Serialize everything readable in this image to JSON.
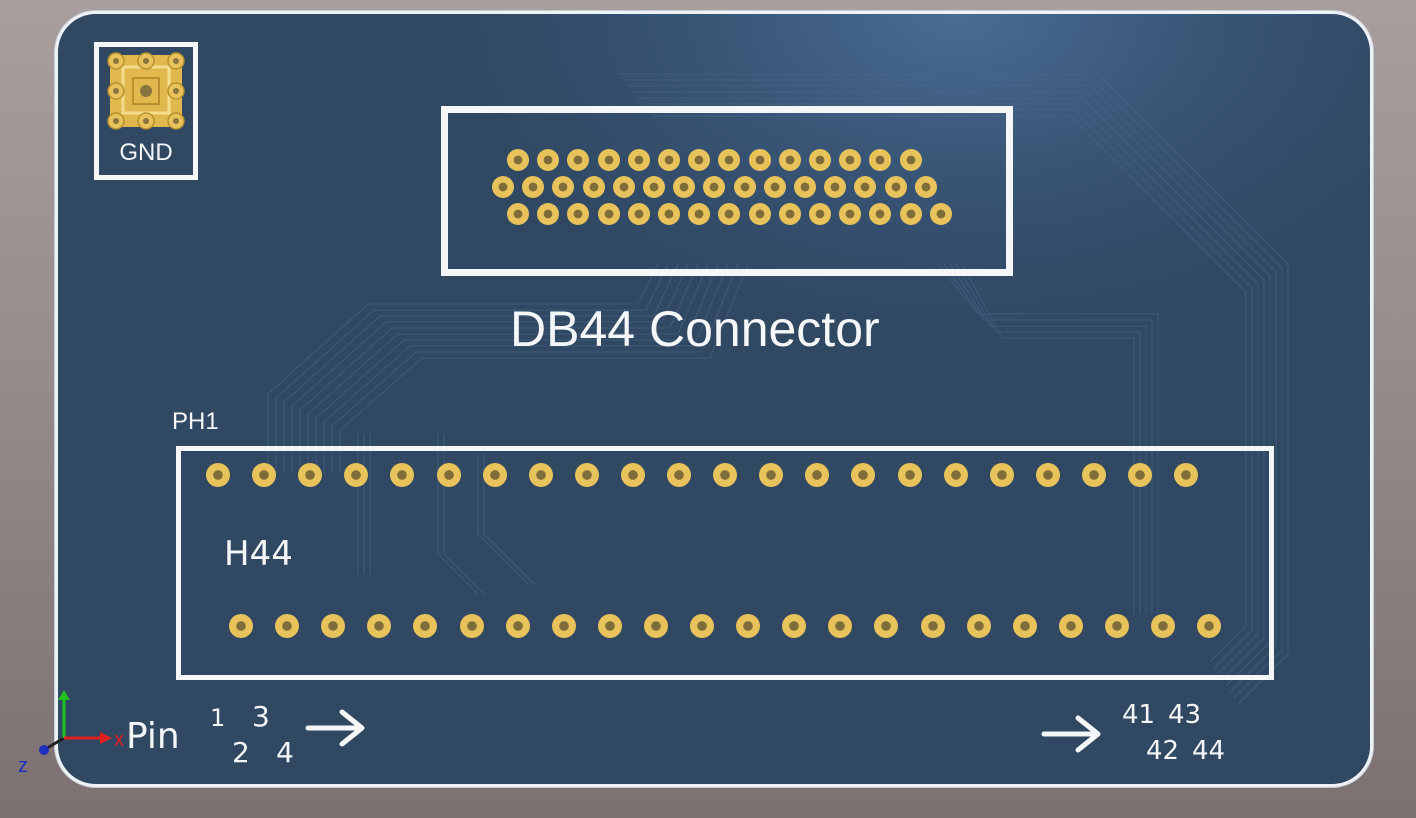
{
  "board": {
    "gnd_label": "GND",
    "title": "DB44 Connector",
    "ref_designator": "PH1",
    "part_label": "H44"
  },
  "pin_legend": {
    "prefix": "Pin",
    "left_top": [
      "1",
      "3"
    ],
    "left_bottom": [
      "2",
      "4"
    ],
    "right_top": [
      "41",
      "43"
    ],
    "right_bottom": [
      "42",
      "44"
    ]
  },
  "axes": {
    "x_label": "x",
    "z_label": "z"
  },
  "colors": {
    "board": "#3a5778",
    "silkscreen": "#f4f6f8",
    "copper_pad": "#e8c25a",
    "x_axis": "#e02020",
    "y_axis": "#20c020",
    "z_axis": "#2030c0"
  },
  "connector": {
    "row1_pad_count": 14,
    "row2_pad_count": 15,
    "row3_pad_count": 15
  },
  "header": {
    "top_row_pad_count": 22,
    "bottom_row_pad_count": 22
  }
}
